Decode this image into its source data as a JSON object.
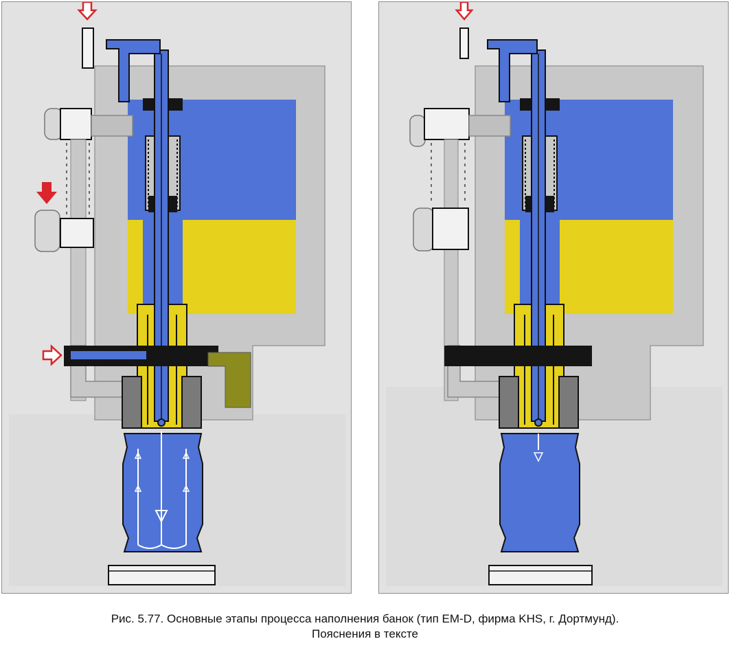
{
  "figure": {
    "caption_line1": "Рис. 5.77. Основные этапы процесса наполнения банок (тип EM-D, фирма KHS, г. Дортмунд).",
    "caption_line2": "Пояснения в тексте"
  },
  "colors": {
    "blue": "#4f73d6",
    "yellow": "#e6d11c",
    "gray_body": "#c8c8c8",
    "black": "#151515",
    "olive": "#8c8c1e",
    "red_arrow": "#d9252b",
    "background": "#dedede"
  },
  "panels": [
    {
      "id": "stage-1",
      "flow": "up-down-circulation",
      "arrows": [
        "top-inlet-arrow",
        "lever-push-arrow",
        "side-inlet-arrow"
      ],
      "outlet": "olive-outlet"
    },
    {
      "id": "stage-2",
      "flow": "downward-fill",
      "arrows": [
        "top-inlet-arrow"
      ],
      "outlet": "none"
    }
  ]
}
